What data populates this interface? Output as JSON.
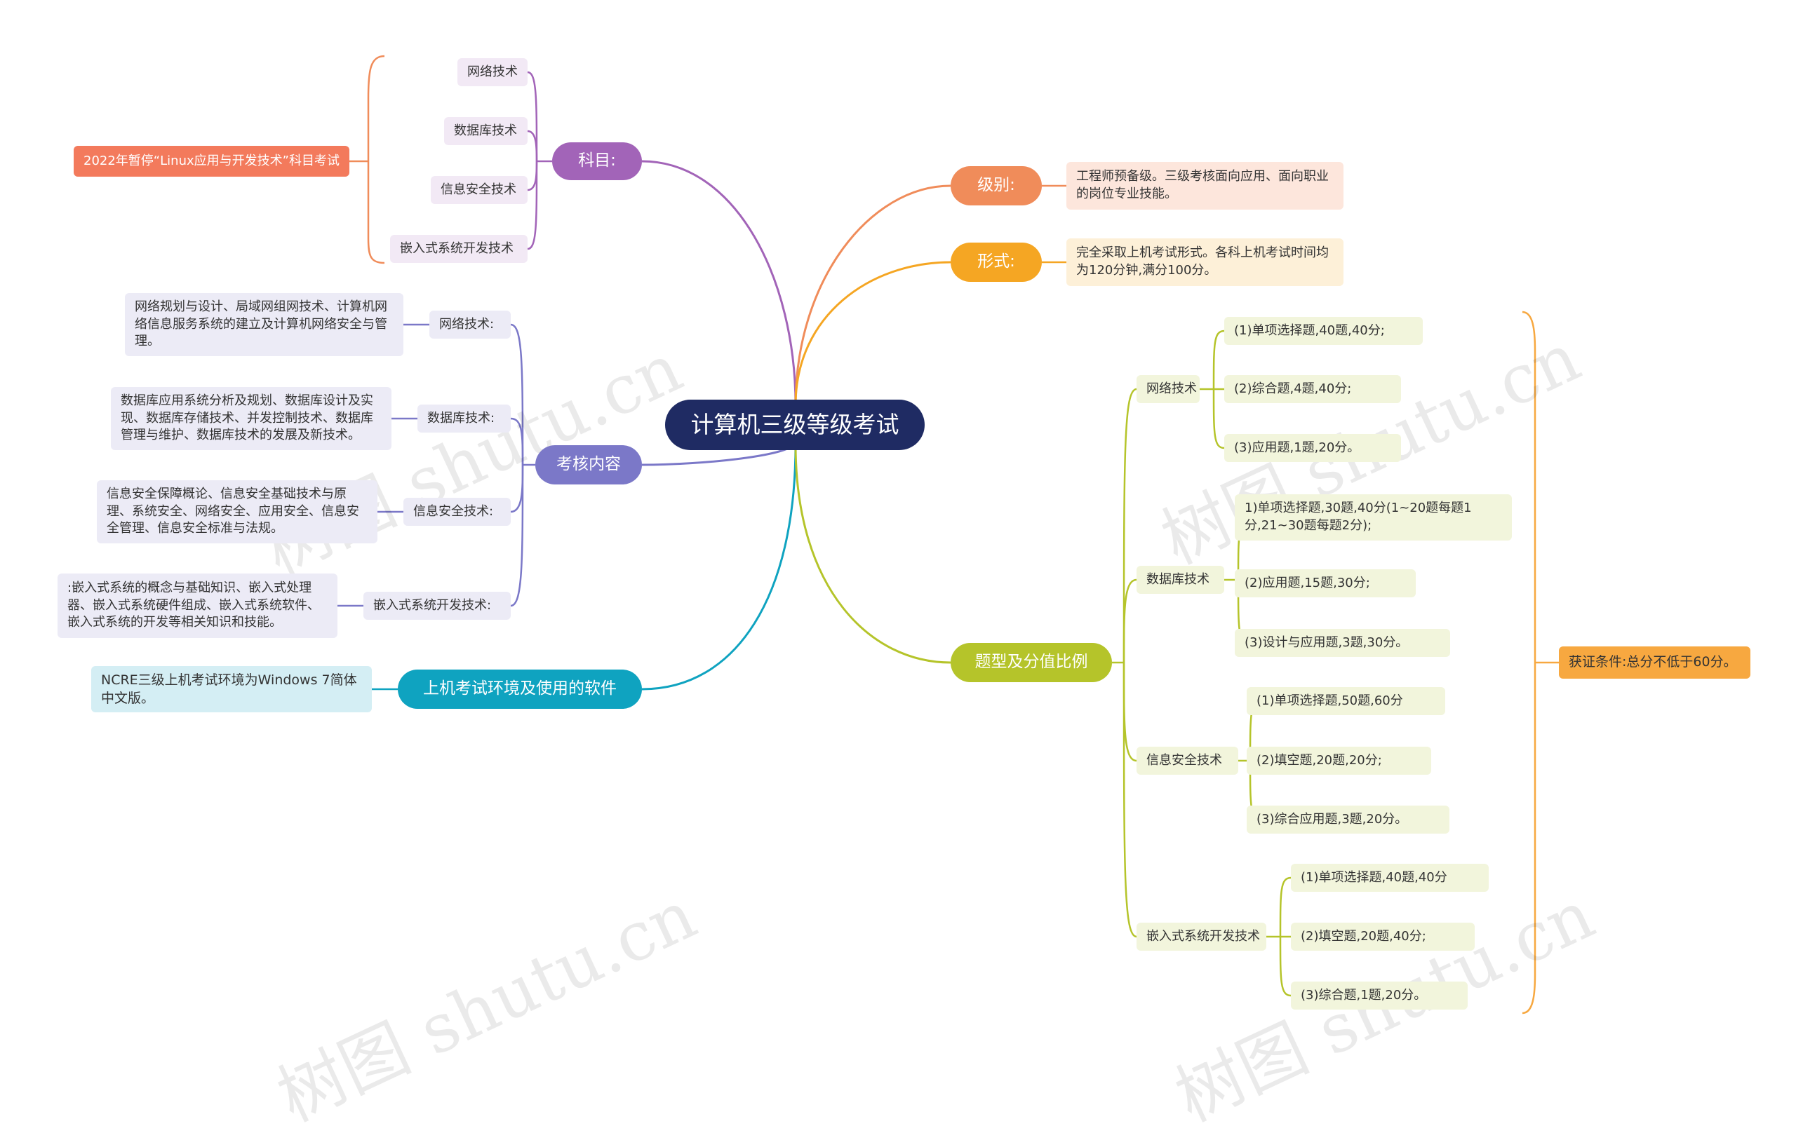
{
  "center": {
    "label": "计算机三级等级考试"
  },
  "colors": {
    "center": "#1f2b63",
    "kemu": "#a264b8",
    "kaohe": "#7b78c8",
    "env": "#0fa3c0",
    "jibie": "#f08c5a",
    "xingshi": "#f5a623",
    "tixing": "#b5c42a",
    "red": "#f37a5c",
    "award": "#f7a840"
  },
  "kemu": {
    "label": "科目:",
    "items": [
      "网络技术",
      "数据库技术",
      "信息安全技术",
      "嵌入式系统开发技术"
    ],
    "note": "2022年暂停“Linux应用与开发技术”科目考试"
  },
  "kaohe": {
    "label": "考核内容",
    "items": [
      {
        "label": "网络技术:",
        "note": "网络规划与设计、局域网组网技术、计算机网络信息服务系统的建立及计算机网络安全与管理。"
      },
      {
        "label": "数据库技术:",
        "note": "数据库应用系统分析及规划、数据库设计及实现、数据库存储技术、并发控制技术、数据库管理与维护、数据库技术的发展及新技术。"
      },
      {
        "label": "信息安全技术:",
        "note": "信息安全保障概论、信息安全基础技术与原理、系统安全、网络安全、应用安全、信息安全管理、信息安全标准与法规。"
      },
      {
        "label": "嵌入式系统开发技术:",
        "note": ":嵌入式系统的概念与基础知识、嵌入式处理器、嵌入式系统硬件组成、嵌入式系统软件、嵌入式系统的开发等相关知识和技能。"
      }
    ]
  },
  "env": {
    "label": "上机考试环境及使用的软件",
    "note": "NCRE三级上机考试环境为Windows 7简体中文版。"
  },
  "jibie": {
    "label": "级别:",
    "note": "工程师预备级。三级考核面向应用、面向职业的岗位专业技能。"
  },
  "xingshi": {
    "label": "形式:",
    "note": "完全采取上机考试形式。各科上机考试时间均为120分钟,满分100分。"
  },
  "tixing": {
    "label": "题型及分值比例",
    "award": "获证条件:总分不低于60分。",
    "groups": [
      {
        "label": "网络技术",
        "items": [
          "(1)单项选择题,40题,40分;",
          "(2)综合题,4题,40分;",
          "(3)应用题,1题,20分。"
        ]
      },
      {
        "label": "数据库技术",
        "items": [
          "1)单项选择题,30题,40分(1~20题每题1分,21~30题每题2分);",
          "(2)应用题,15题,30分;",
          "(3)设计与应用题,3题,30分。"
        ]
      },
      {
        "label": "信息安全技术",
        "items": [
          "(1)单项选择题,50题,60分",
          "(2)填空题,20题,20分;",
          "(3)综合应用题,3题,20分。"
        ]
      },
      {
        "label": "嵌入式系统开发技术",
        "items": [
          "(1)单项选择题,40题,40分",
          "(2)填空题,20题,40分;",
          "(3)综合题,1题,20分。"
        ]
      }
    ]
  },
  "watermark": "树图 shutu.cn"
}
